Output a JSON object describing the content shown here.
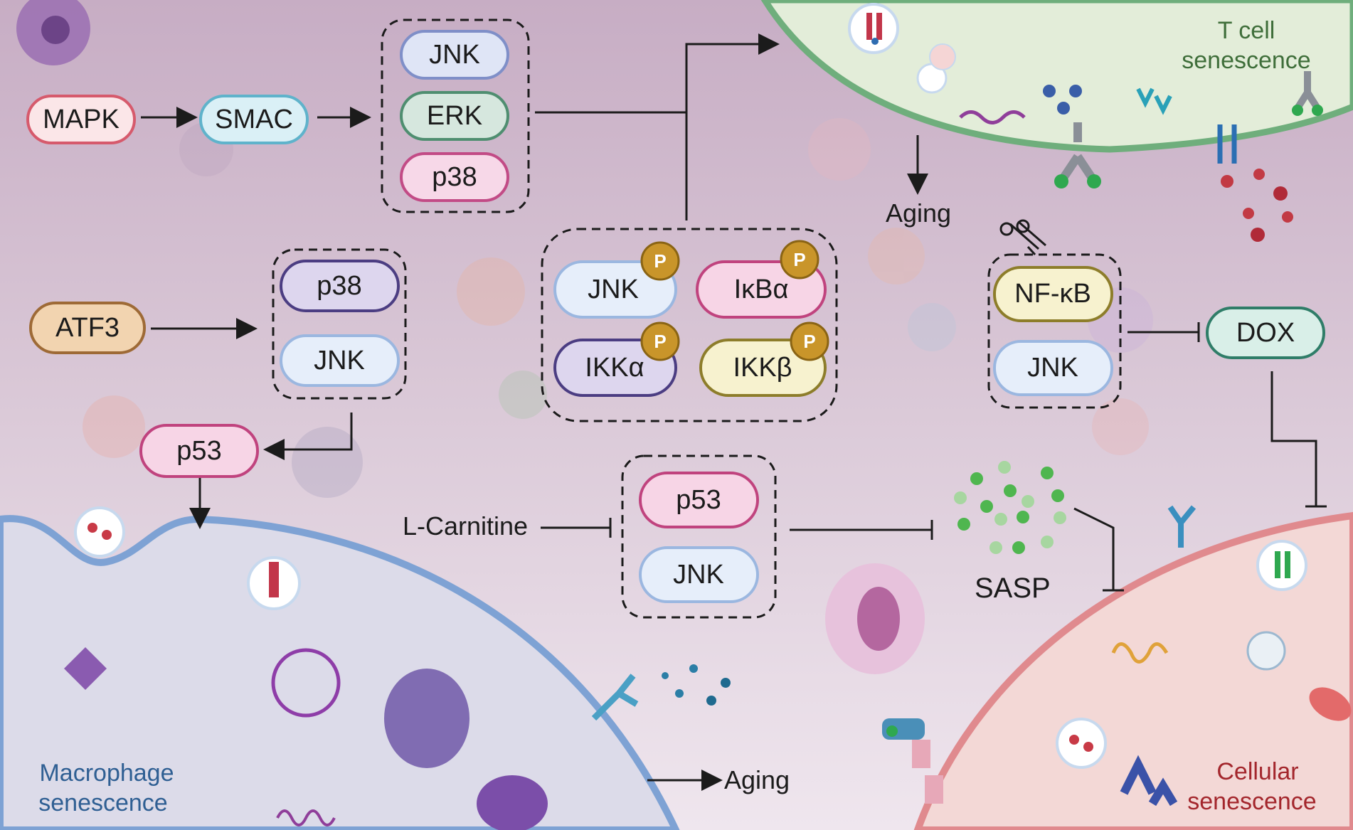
{
  "nodes": {
    "mapk": "MAPK",
    "smac": "SMAC",
    "jnk_top": "JNK",
    "erk_top": "ERK",
    "p38_top": "p38",
    "atf3": "ATF3",
    "p38_mid": "p38",
    "jnk_mid": "JNK",
    "p53_left": "p53",
    "jnk_phos": "JNK",
    "ikba": "IκBα",
    "ikka": "IKKα",
    "ikkb": "IKKβ",
    "phospho": "P",
    "nfkb": "NF-κB",
    "jnk_right": "JNK",
    "dox": "DOX",
    "p53_center": "p53",
    "jnk_center": "JNK"
  },
  "labels": {
    "aging_top": "Aging",
    "aging_bottom": "Aging",
    "l_carnitine": "L-Carnitine",
    "sasp": "SASP"
  },
  "cells": {
    "t_cell_line1": "T cell",
    "t_cell_line2": "senescence",
    "macrophage_line1": "Macrophage",
    "macrophage_line2": "senescence",
    "cellular_line1": "Cellular",
    "cellular_line2": "senescence"
  },
  "colors": {
    "t_cell_title": "#3f6e3a",
    "macrophage_title": "#2f5f93",
    "cellular_title": "#a3262c",
    "phospho_badge": "#c9952a"
  }
}
